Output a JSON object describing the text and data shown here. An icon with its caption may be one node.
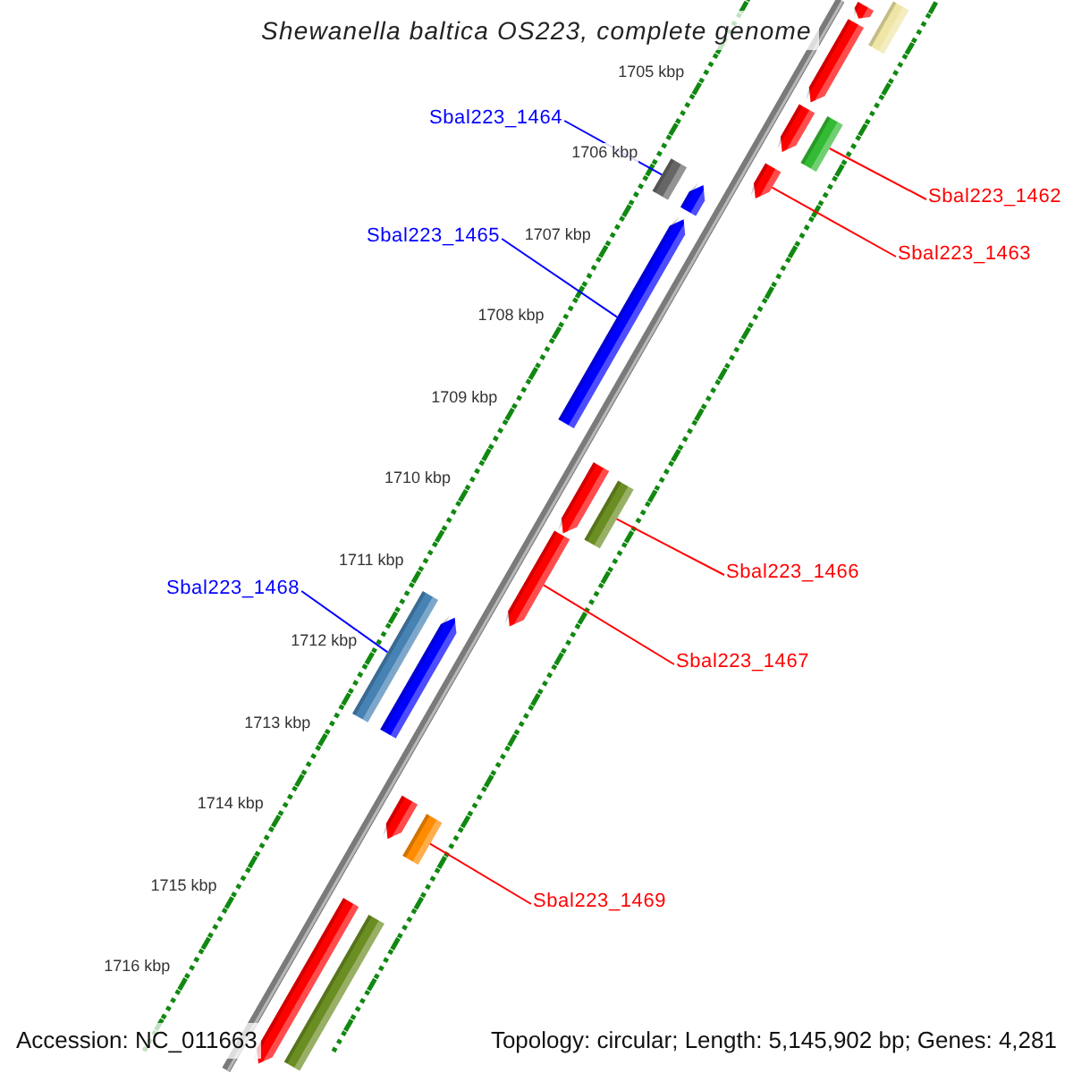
{
  "diagram": {
    "title": "Shewanella baltica OS223, complete genome",
    "nodes": [
      {
        "text": [],
        "shape": "box"
      },
      {
        "text": [],
        "shape": "arrow"
      },
      {
        "text": [],
        "shape": "arrow"
      },
      {
        "text": [],
        "shape": "box"
      },
      {
        "text": [],
        "shape": "arrow"
      },
      {
        "text": [],
        "shape": "arrow"
      },
      {
        "text": [],
        "shape": "box"
      },
      {
        "text": [],
        "shape": "arrow"
      },
      {
        "text": [],
        "shape": "arrow"
      },
      {
        "text": [],
        "shape": "arrow"
      },
      {
        "text": [],
        "shape": "box"
      },
      {
        "text": [],
        "shape": "arrow"
      },
      {
        "text": [],
        "shape": "box"
      },
      {
        "text": [],
        "shape": "arrow"
      },
      {
        "text": [],
        "shape": "arrow"
      },
      {
        "text": [],
        "shape": "box"
      },
      {
        "text": [],
        "shape": "arrow"
      },
      {
        "text": [],
        "shape": "box"
      },
      {
        "text": [
          "Sbal223_1464"
        ]
      },
      {
        "text": [
          "Sbal223_1462"
        ]
      },
      {
        "text": [
          "Sbal223_1465"
        ]
      },
      {
        "text": [
          "Sbal223_1463"
        ]
      },
      {
        "text": [
          "Sbal223_1466"
        ]
      },
      {
        "text": [
          "Sbal223_1468"
        ]
      },
      {
        "text": [
          "Sbal223_1467"
        ]
      },
      {
        "text": [
          "Sbal223_1469"
        ]
      }
    ],
    "edges": [
      {
        "from": 18,
        "to": 6,
        "arrow": "none",
        "color": "#0000ff"
      },
      {
        "from": 19,
        "to": 3,
        "arrow": "none",
        "color": "#ff0000"
      },
      {
        "from": 20,
        "to": 8,
        "arrow": "none",
        "color": "#0000ff"
      },
      {
        "from": 21,
        "to": 5,
        "arrow": "none",
        "color": "#ff0000"
      },
      {
        "from": 22,
        "to": 10,
        "arrow": "none",
        "color": "#ff0000"
      },
      {
        "from": 23,
        "to": 12,
        "arrow": "none",
        "color": "#0000ff"
      },
      {
        "from": 24,
        "to": 11,
        "arrow": "none",
        "color": "#ff0000"
      },
      {
        "from": 25,
        "to": 15,
        "arrow": "none",
        "color": "#ff0000"
      }
    ],
    "labels": [
      "1705 kbp",
      "1706 kbp",
      "1707 kbp",
      "1708 kbp",
      "1709 kbp",
      "1710 kbp",
      "1711 kbp",
      "1712 kbp",
      "1713 kbp",
      "1714 kbp",
      "1715 kbp",
      "1716 kbp",
      "Accession: NC_011663",
      "Topology: circular; Length: 5,145,902 bp; Genes: 4,281"
    ]
  }
}
